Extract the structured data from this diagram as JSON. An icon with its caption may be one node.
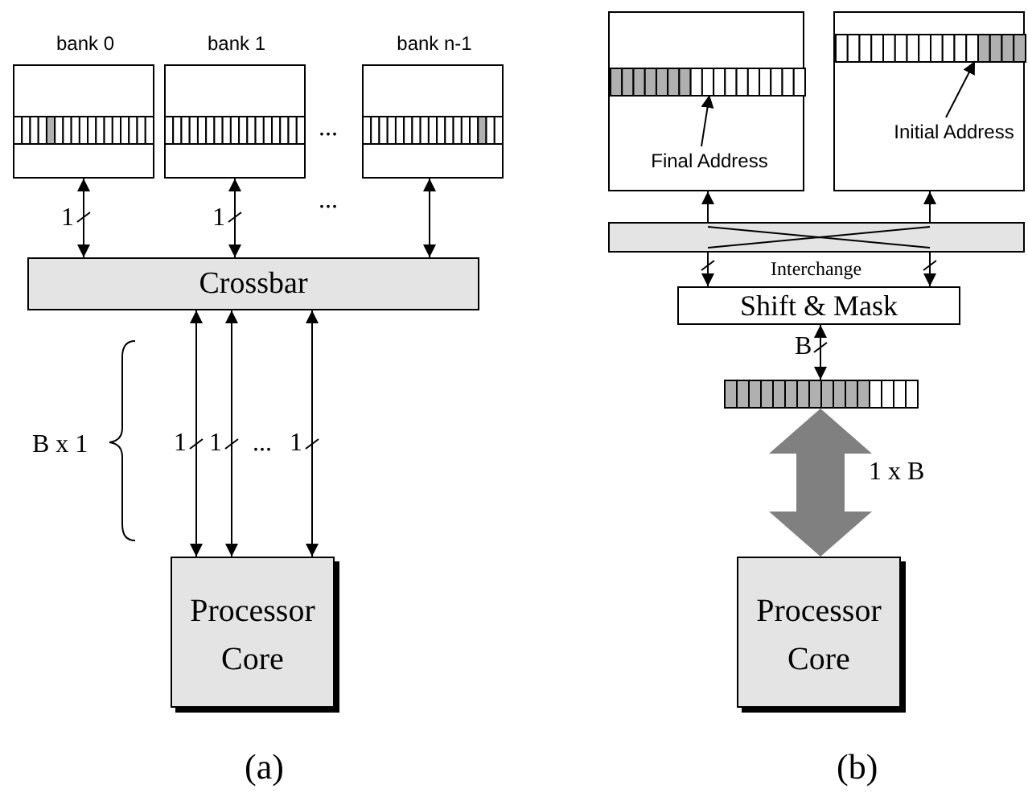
{
  "diagram": {
    "nodes": [
      {
        "text": [
          "bank 0"
        ]
      },
      {
        "text": [
          "bank 1"
        ]
      },
      {
        "text": [
          "bank n-1"
        ]
      },
      {
        "text": [
          "Crossbar"
        ]
      },
      {
        "text": [
          "Processor Core"
        ]
      },
      {
        "text": [],
        "shape": "box"
      },
      {
        "text": [
          "Final Address"
        ],
        "in": 5
      },
      {
        "text": [],
        "shape": "bar",
        "in": 5
      },
      {
        "text": [],
        "shape": "box"
      },
      {
        "text": [
          "Initial Address"
        ],
        "in": 8
      },
      {
        "text": [],
        "shape": "bar",
        "in": 8
      },
      {
        "text": [
          "Interchange"
        ]
      },
      {
        "text": [
          "Shift & Mask"
        ]
      },
      {
        "text": [],
        "shape": "bar"
      },
      {
        "text": [
          "Processor Core"
        ]
      }
    ],
    "edges": [
      {
        "from": 0,
        "to": 3,
        "arrow": "both",
        "label": "1"
      },
      {
        "from": 1,
        "to": 3,
        "arrow": "both",
        "label": "1"
      },
      {
        "from": 2,
        "to": 3,
        "arrow": "both"
      },
      {
        "from": 3,
        "to": 4,
        "arrow": "both",
        "label": "1"
      },
      {
        "from": 3,
        "to": 4,
        "arrow": "both",
        "label": "1"
      },
      {
        "from": 3,
        "to": 4,
        "arrow": "both",
        "label": "1"
      },
      {
        "from": 6,
        "to": 7,
        "arrow": "to"
      },
      {
        "from": 9,
        "to": 10,
        "arrow": "to"
      },
      {
        "from": 11,
        "to": 5,
        "arrow": "to"
      },
      {
        "from": 11,
        "to": 8,
        "arrow": "to"
      },
      {
        "from": 11,
        "to": 12,
        "arrow": "to"
      },
      {
        "from": 11,
        "to": 12,
        "arrow": "to"
      },
      {
        "from": 12,
        "to": 13,
        "arrow": "both",
        "label": "B"
      },
      {
        "from": 13,
        "to": 14,
        "arrow": "both",
        "label": "1 x B",
        "style": "thick",
        "color": "#808080"
      }
    ],
    "labels": [
      "...",
      "...",
      "B x 1",
      "...",
      "(a)",
      "(b)"
    ]
  }
}
